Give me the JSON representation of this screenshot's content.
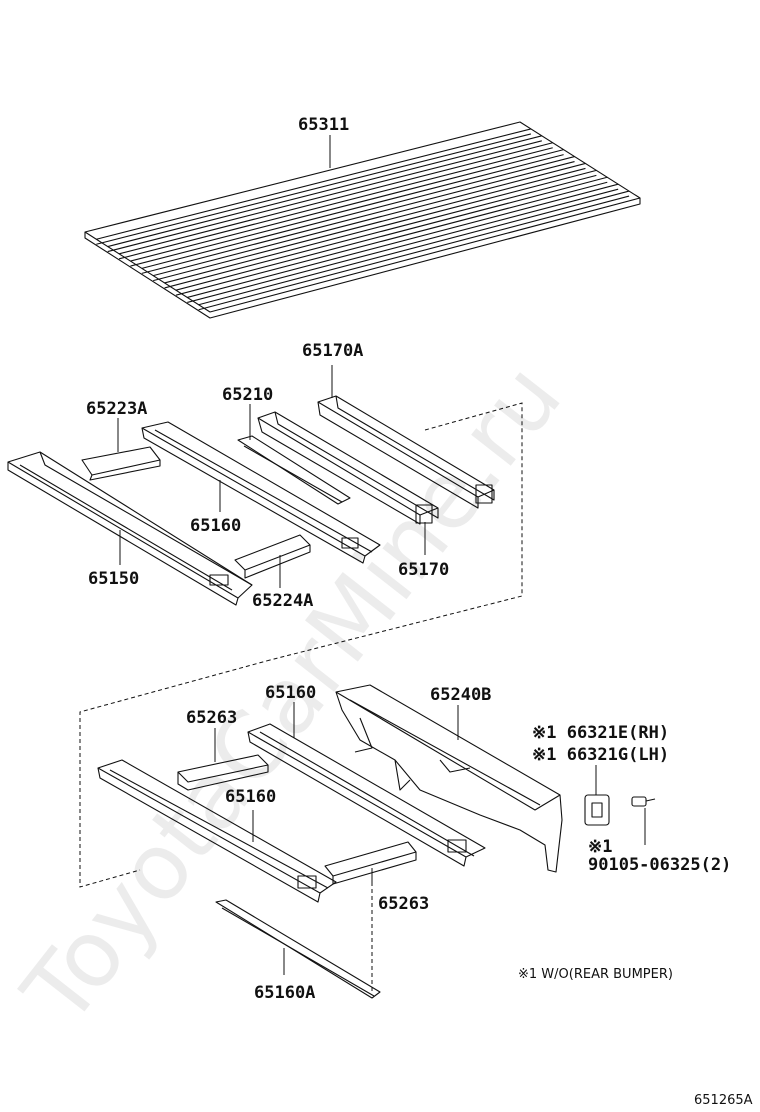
{
  "diagram": {
    "watermark": "ToyotaCarMine.ru",
    "figure_code": "651265A",
    "note": "※1 W/O(REAR BUMPER)",
    "parts": {
      "p65311": "65311",
      "p65170A": "65170A",
      "p65210": "65210",
      "p65223A": "65223A",
      "p65160_upper": "65160",
      "p65150": "65150",
      "p65224A": "65224A",
      "p65170": "65170",
      "p65160_mid": "65160",
      "p65240B": "65240B",
      "p65263_left": "65263",
      "p65160_lower": "65160",
      "p65263_right": "65263",
      "p65160A": "65160A",
      "p66321E": "※1 66321E(RH)",
      "p66321G": "※1 66321G(LH)",
      "p90105_mark": "※1",
      "p90105": "90105-06325(2)"
    }
  }
}
